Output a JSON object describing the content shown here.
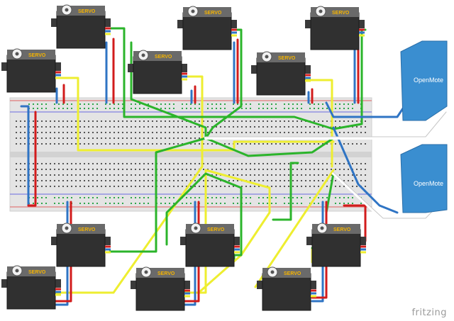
{
  "servo_label": "SERVO",
  "board_label": "OpenMote",
  "footer_brand": "fritzing",
  "servo_count": 12,
  "board_count": 2,
  "wire_colors": {
    "red": "#d21c1c",
    "blue": "#2f74c4",
    "green": "#2bb42b",
    "yellow": "#eeee30",
    "white": "#ffffff",
    "board": "#3a8ed0",
    "servo_body": "#303030",
    "servo_top": "#1e1e1e",
    "servo_label": "#f5b400",
    "breadboard": "#e6e6e6",
    "rail_red": "#e06060",
    "rail_blue": "#6a6ae0",
    "hole_green": "#2fa64a"
  }
}
